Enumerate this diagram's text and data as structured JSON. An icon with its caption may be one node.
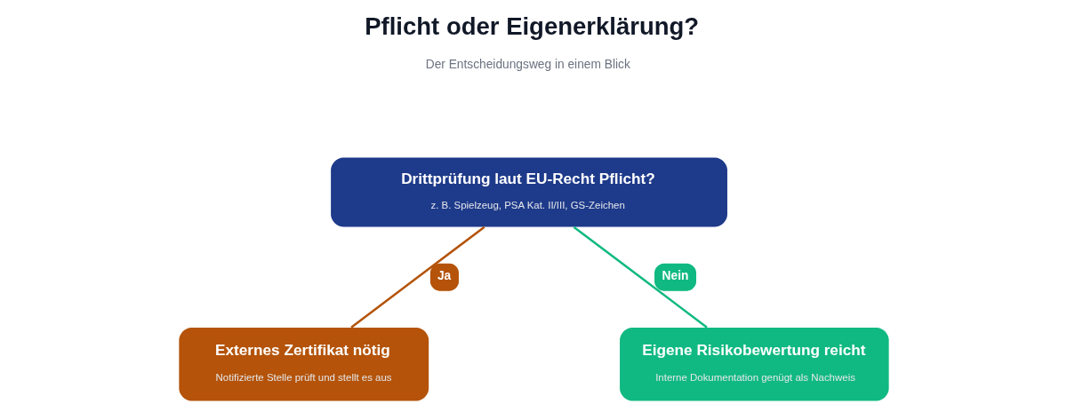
{
  "diagram": {
    "title": "Pflicht oder Eigenerklärung?",
    "nodes": [
      {
        "text": [
          "Drittprüfung laut EU-Recht Pflicht?",
          "z. B. Spielzeug, PSA Kat. II/III, GS-Zeichen"
        ]
      },
      {
        "text": [
          "Externes Zertifikat nötig",
          "Notifizierte Stelle prüft und stellt es aus"
        ]
      },
      {
        "text": [
          "Eigene Risikobewertung reicht",
          "Interne Dokumentation genügt als Nachweis"
        ]
      }
    ],
    "edges": [
      {
        "from": 0,
        "to": 1,
        "arrow": "none",
        "label": "Ja",
        "color": "#b45309"
      },
      {
        "from": 0,
        "to": 2,
        "arrow": "none",
        "label": "Nein",
        "color": "#10b981"
      }
    ],
    "labels": [
      "Der Entscheidungsweg in einem Blick"
    ]
  }
}
